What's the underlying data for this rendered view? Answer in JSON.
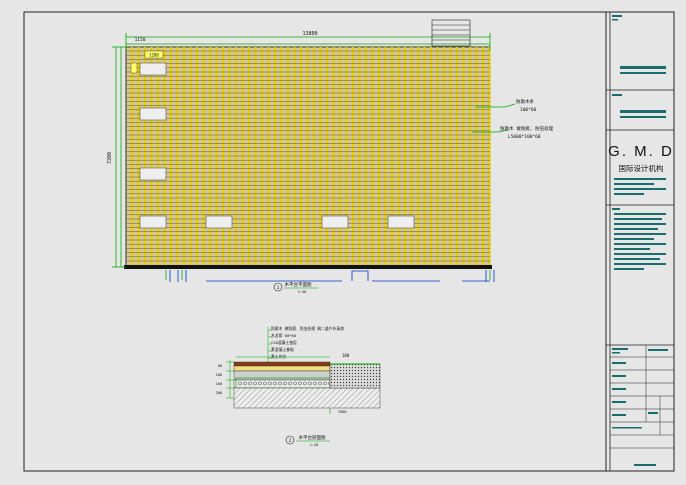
{
  "title_block": {
    "company_name": "G. M. D",
    "company_subtitle": "国际设计机构"
  },
  "plan": {
    "top_dimension": "13800",
    "left_dimension": "7200",
    "top_left_dimension": "1150",
    "small_label": "1200",
    "leader_notes": [
      {
        "line1": "防腐木条",
        "line2": "100*60"
      },
      {
        "line1": "防腐木 做防腐, 防虫处理",
        "line2": "L5000*100*60"
      }
    ],
    "caption": "木平台平面图",
    "caption_scale": "1:50",
    "marker": "1"
  },
  "section": {
    "notes": [
      "防腐木 做防腐、防虫处理 刷二道户外清漆",
      "木龙骨 60*60",
      "C20混凝土垫层",
      "素混凝土基础",
      "素土夯实"
    ],
    "top_dim": "100",
    "left_dims": [
      "60",
      "100",
      "100",
      "200"
    ],
    "bottom_dim": "2900",
    "caption": "木平台剖面图",
    "caption_scale": "1:20",
    "marker": "2"
  }
}
